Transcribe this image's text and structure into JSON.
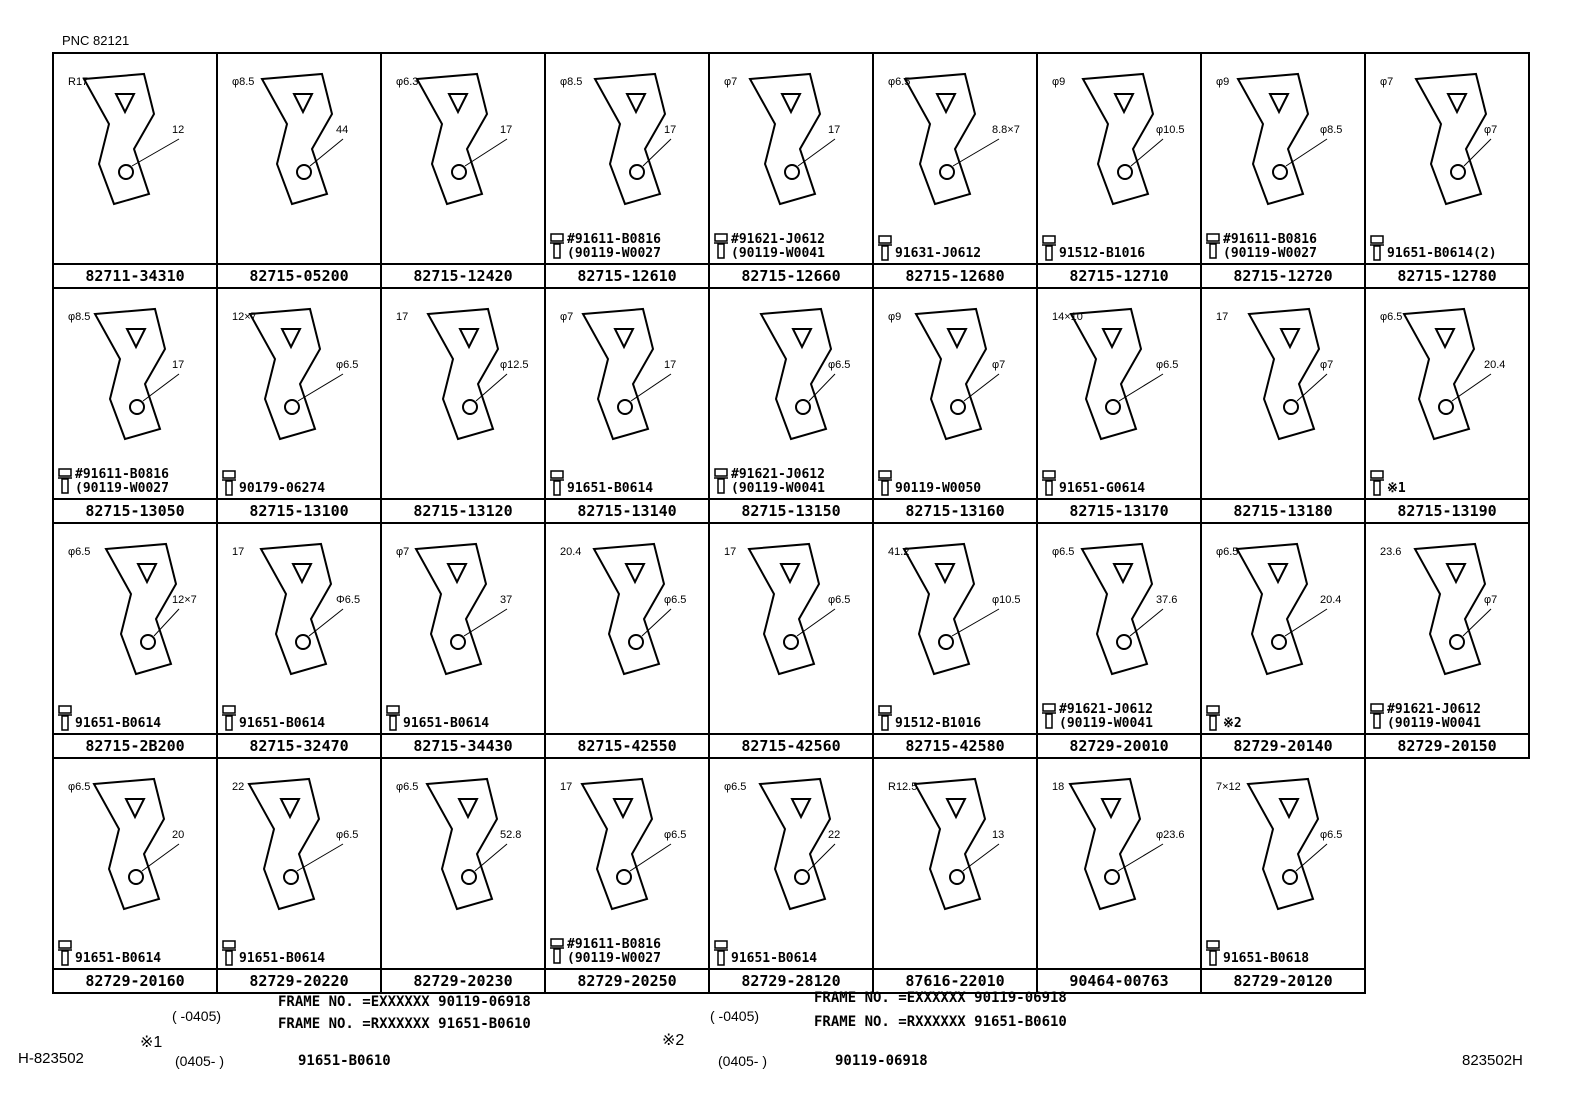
{
  "header": {
    "pnc": "PNC  82121"
  },
  "cells": [
    {
      "pn": "82711-34310",
      "bolt": "",
      "bolt2": "",
      "dims": [
        "12",
        "R17"
      ]
    },
    {
      "pn": "82715-05200",
      "bolt": "",
      "bolt2": "",
      "dims": [
        "44",
        "φ8.5"
      ]
    },
    {
      "pn": "82715-12420",
      "bolt": "",
      "bolt2": "",
      "dims": [
        "17",
        "φ6.3"
      ]
    },
    {
      "pn": "82715-12610",
      "bolt": "#91611-B0816",
      "bolt2": "(90119-W0027",
      "dims": [
        "17",
        "φ8.5"
      ]
    },
    {
      "pn": "82715-12660",
      "bolt": "#91621-J0612",
      "bolt2": "(90119-W0041",
      "dims": [
        "17",
        "φ7"
      ]
    },
    {
      "pn": "82715-12680",
      "bolt": "91631-J0612",
      "bolt2": "",
      "dims": [
        "8.8×7",
        "φ6.5"
      ]
    },
    {
      "pn": "82715-12710",
      "bolt": "91512-B1016",
      "bolt2": "",
      "dims": [
        "φ10.5",
        "φ9"
      ]
    },
    {
      "pn": "82715-12720",
      "bolt": "#91611-B0816",
      "bolt2": "(90119-W0027",
      "dims": [
        "φ8.5",
        "φ9"
      ]
    },
    {
      "pn": "82715-12780",
      "bolt": "91651-B0614(2)",
      "bolt2": "",
      "dims": [
        "φ7",
        "φ7"
      ]
    },
    {
      "pn": "82715-13050",
      "bolt": "#91611-B0816",
      "bolt2": "(90119-W0027",
      "dims": [
        "17",
        "φ8.5"
      ]
    },
    {
      "pn": "82715-13100",
      "bolt": "90179-06274",
      "bolt2": "",
      "dims": [
        "φ6.5",
        "12×7"
      ]
    },
    {
      "pn": "82715-13120",
      "bolt": "",
      "bolt2": "",
      "dims": [
        "φ12.5",
        "17"
      ]
    },
    {
      "pn": "82715-13140",
      "bolt": "91651-B0614",
      "bolt2": "",
      "dims": [
        "17",
        "φ7"
      ]
    },
    {
      "pn": "82715-13150",
      "bolt": "#91621-J0612",
      "bolt2": "(90119-W0041",
      "dims": [
        "φ6.5"
      ]
    },
    {
      "pn": "82715-13160",
      "bolt": "90119-W0050",
      "bolt2": "",
      "dims": [
        "φ7",
        "φ9"
      ]
    },
    {
      "pn": "82715-13170",
      "bolt": "91651-G0614",
      "bolt2": "",
      "dims": [
        "φ6.5",
        "14×10"
      ]
    },
    {
      "pn": "82715-13180",
      "bolt": "",
      "bolt2": "",
      "dims": [
        "φ7",
        "17"
      ]
    },
    {
      "pn": "82715-13190",
      "bolt": "※1",
      "bolt2": "",
      "dims": [
        "20.4",
        "φ6.5"
      ]
    },
    {
      "pn": "82715-2B200",
      "bolt": "91651-B0614",
      "bolt2": "",
      "dims": [
        "12×7",
        "φ6.5"
      ]
    },
    {
      "pn": "82715-32470",
      "bolt": "91651-B0614",
      "bolt2": "",
      "dims": [
        "Φ6.5",
        "17"
      ]
    },
    {
      "pn": "82715-34430",
      "bolt": "91651-B0614",
      "bolt2": "",
      "dims": [
        "37",
        "φ7"
      ]
    },
    {
      "pn": "82715-42550",
      "bolt": "",
      "bolt2": "",
      "dims": [
        "φ6.5",
        "20.4"
      ]
    },
    {
      "pn": "82715-42560",
      "bolt": "",
      "bolt2": "",
      "dims": [
        "φ6.5",
        "17"
      ]
    },
    {
      "pn": "82715-42580",
      "bolt": "91512-B1016",
      "bolt2": "",
      "dims": [
        "φ10.5",
        "41.2"
      ]
    },
    {
      "pn": "82729-20010",
      "bolt": "#91621-J0612",
      "bolt2": "(90119-W0041",
      "dims": [
        "37.6",
        "φ6.5"
      ]
    },
    {
      "pn": "82729-20140",
      "bolt": "※2",
      "bolt2": "",
      "dims": [
        "20.4",
        "φ6.5"
      ]
    },
    {
      "pn": "82729-20150",
      "bolt": "#91621-J0612",
      "bolt2": "(90119-W0041",
      "dims": [
        "φ7",
        "23.6"
      ]
    },
    {
      "pn": "82729-20160",
      "bolt": "91651-B0614",
      "bolt2": "",
      "dims": [
        "20",
        "φ6.5"
      ]
    },
    {
      "pn": "82729-20220",
      "bolt": "91651-B0614",
      "bolt2": "",
      "dims": [
        "φ6.5",
        "22"
      ]
    },
    {
      "pn": "82729-20230",
      "bolt": "",
      "bolt2": "",
      "dims": [
        "52.8",
        "φ6.5"
      ]
    },
    {
      "pn": "82729-20250",
      "bolt": "#91611-B0816",
      "bolt2": "(90119-W0027",
      "dims": [
        "φ6.5",
        "17"
      ]
    },
    {
      "pn": "82729-28120",
      "bolt": "91651-B0614",
      "bolt2": "",
      "dims": [
        "22",
        "φ6.5"
      ]
    },
    {
      "pn": "87616-22010",
      "bolt": "",
      "bolt2": "",
      "dims": [
        "13",
        "R12.5"
      ]
    },
    {
      "pn": "90464-00763",
      "bolt": "",
      "bolt2": "",
      "dims": [
        "φ23.6",
        "18"
      ]
    },
    {
      "pn": "82729-20120",
      "bolt": "91651-B0618",
      "bolt2": "",
      "dims": [
        "φ6.5",
        "7×12"
      ]
    }
  ],
  "footnotes": {
    "note1": {
      "mark": "※1",
      "range1": "(    -0405)",
      "line1a": "FRAME  NO. =EXXXXXX  90119-06918",
      "line1b": "FRAME  NO. =RXXXXXX  91651-B0610",
      "range2": "(0405-     )",
      "line2": "91651-B0610"
    },
    "note2": {
      "mark": "※2",
      "range1": "(    -0405)",
      "line1a": "FRAME  NO. =EXXXXXX   90119-06918",
      "line1b": "FRAME  NO. =RXXXXXX   91651-B0610",
      "range2": "(0405-     )",
      "line2": "90119-06918"
    }
  },
  "footer": {
    "left_code": "H-823502",
    "right_code": "823502H"
  }
}
